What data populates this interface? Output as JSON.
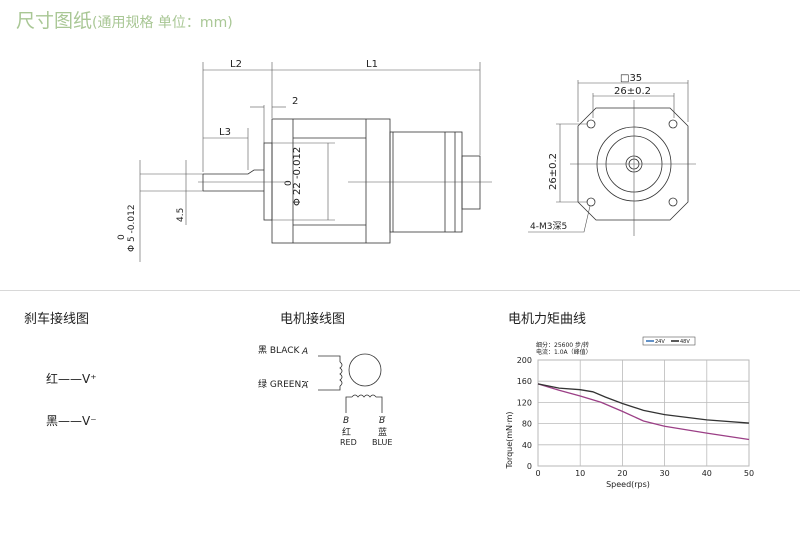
{
  "header": {
    "title": "尺寸图纸",
    "subtitle": "(通用规格 单位：mm)"
  },
  "side_view": {
    "L1": "L1",
    "L2": "L2",
    "L3": "L3",
    "gap": "2",
    "shaft_flat": "4.5",
    "shaft_dia": "Φ 5 -0.012",
    "shaft_dia_upper": "0",
    "pilot_dia": "Φ 22 -0.012",
    "pilot_dia_upper": "0"
  },
  "front_view": {
    "square": "□35",
    "hole_pitch_h": "26±0.2",
    "hole_pitch_v": "26±0.2",
    "holes": "4-M3深5"
  },
  "brake": {
    "title": "刹车接线图",
    "pos": "红——V⁺",
    "neg": "黑——V⁻"
  },
  "wiring": {
    "title": "电机接线图",
    "black": "黑 BLACK",
    "green": "绿 GREEN",
    "A": "A",
    "A_bar": "A",
    "B": "B",
    "B_bar": "B",
    "red_cn": "红",
    "red": "RED",
    "blue_cn": "蓝",
    "blue": "BLUE"
  },
  "curve": {
    "title": "电机力矩曲线"
  },
  "chart_data": {
    "type": "line",
    "title": "",
    "notes": [
      "细分：25600 步/转",
      "电流：1.0A（峰值）"
    ],
    "xlabel": "Speed(rps)",
    "ylabel": "Torque(mN·m)",
    "xlim": [
      0,
      50
    ],
    "ylim": [
      0,
      200
    ],
    "xticks": [
      "0",
      "10",
      "20",
      "30",
      "40",
      "50"
    ],
    "yticks": [
      "0",
      "40",
      "80",
      "120",
      "160",
      "200"
    ],
    "grid": true,
    "legend_position": "top-right",
    "series": [
      {
        "name": "24V",
        "color": "#9b3f86",
        "legend_color": "#2f6db5",
        "x": [
          0,
          5,
          10,
          15,
          20,
          25,
          30,
          40,
          50
        ],
        "y": [
          155,
          143,
          132,
          120,
          103,
          85,
          75,
          62,
          50
        ]
      },
      {
        "name": "48V",
        "color": "#333333",
        "legend_color": "#222222",
        "x": [
          0,
          5,
          10,
          13,
          16,
          20,
          25,
          30,
          40,
          50
        ],
        "y": [
          155,
          147,
          144,
          140,
          130,
          118,
          105,
          97,
          87,
          81
        ]
      }
    ]
  }
}
